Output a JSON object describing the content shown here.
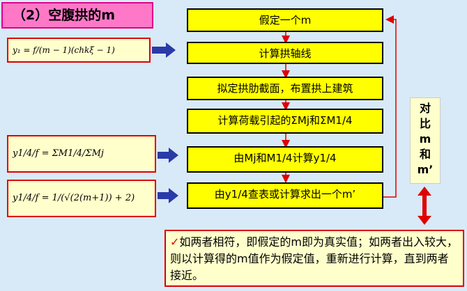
{
  "title": "（2）空腹拱的m",
  "flow_steps": [
    "假定一个m",
    "计算拱轴线",
    "拟定拱肋截面，布置拱上建筑",
    "计算荷载引起的ΣMj和ΣM1/4",
    "由Mj和M1/4计算y1/4",
    "由y1/4查表或计算求出一个m’"
  ],
  "formulas": {
    "f1": "y₁ = f/(m − 1)(chkξ − 1)",
    "f2": "y1/4/f = ΣM1/4/ΣMj",
    "f3": "y1/4/f = 1/(√(2(m+1)) + 2)"
  },
  "side_label": [
    "对",
    "比",
    "m",
    "和",
    "m’"
  ],
  "note": {
    "check": "✓",
    "text": "如两者相符，即假定的m即为真实值；如两者出入较大，则以计算得的m值作为假定值，重新进行计算，直到两者接近。"
  },
  "colors": {
    "background": "#d8eaf7",
    "step_fill": "#ffff00",
    "formula_fill": "#ffffcc",
    "title_fill": "#ff78c8",
    "arrow_blue": "#2a3aa8",
    "arrow_red": "#e00000"
  }
}
